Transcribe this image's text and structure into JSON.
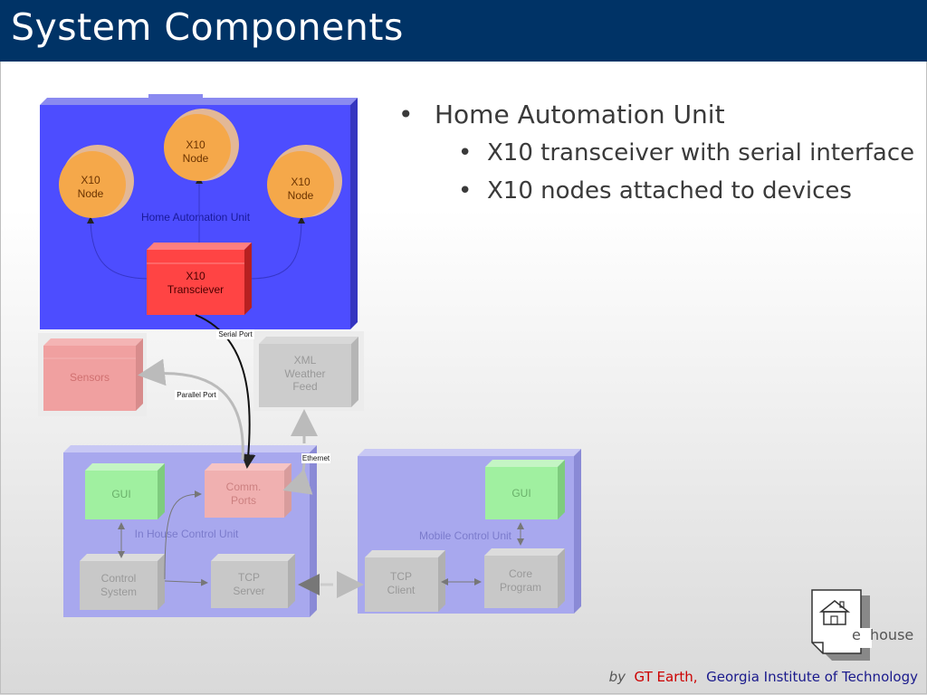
{
  "header": {
    "title": "System Components"
  },
  "bullets": {
    "main": "Home Automation Unit",
    "subs": [
      "X10 transceiver with serial interface",
      "X10 nodes attached to devices"
    ]
  },
  "diagram": {
    "home_unit_label": "Home Automation Unit",
    "node_top": [
      "X10",
      "Node"
    ],
    "node_left": [
      "X10",
      "Node"
    ],
    "node_right": [
      "X10",
      "Node"
    ],
    "transceiver": [
      "X10",
      "Transciever"
    ],
    "serial_port": "Serial Port",
    "parallel_port": "Parallel Port",
    "ethernet": "Ethernet",
    "sensors": "Sensors",
    "xml_feed": [
      "XML",
      "Weather",
      "Feed"
    ],
    "in_house_label": "In House Control Unit",
    "gui_in": "GUI",
    "comm_ports": [
      "Comm.",
      "Ports"
    ],
    "control_system": [
      "Control",
      "System"
    ],
    "tcp_server": [
      "TCP",
      "Server"
    ],
    "mobile_label": "Mobile Control Unit",
    "gui_mobile": "GUI",
    "tcp_client": [
      "TCP",
      "Client"
    ],
    "core_program": [
      "Core",
      "Program"
    ]
  },
  "logo": {
    "letter": "e",
    "word": "house"
  },
  "footer": {
    "by": "by",
    "org1": "GT Earth,",
    "org2": "Georgia Institute of Technology"
  }
}
